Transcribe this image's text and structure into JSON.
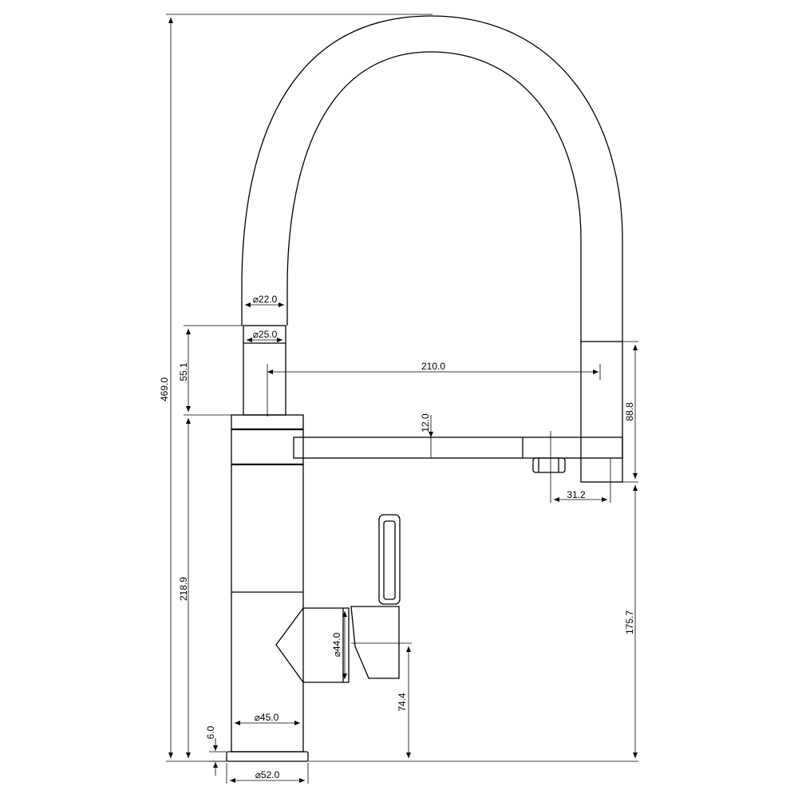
{
  "dimensions": {
    "total_height": "469.0",
    "handle_height": "218.9",
    "hose_length": "55.1",
    "reach": "210.0",
    "spray_height": "88.8",
    "spout_thickness": "12.0",
    "spray_diameter": "31.2",
    "clearance": "175.7",
    "lever_diameter": "⌀44.0",
    "lever_height": "74.4",
    "body_diameter": "⌀45.0",
    "base_thickness": "6.0",
    "base_diameter": "⌀52.0",
    "hose_diameter": "⌀22.0",
    "hose_collar_diameter": "⌀25.0"
  }
}
